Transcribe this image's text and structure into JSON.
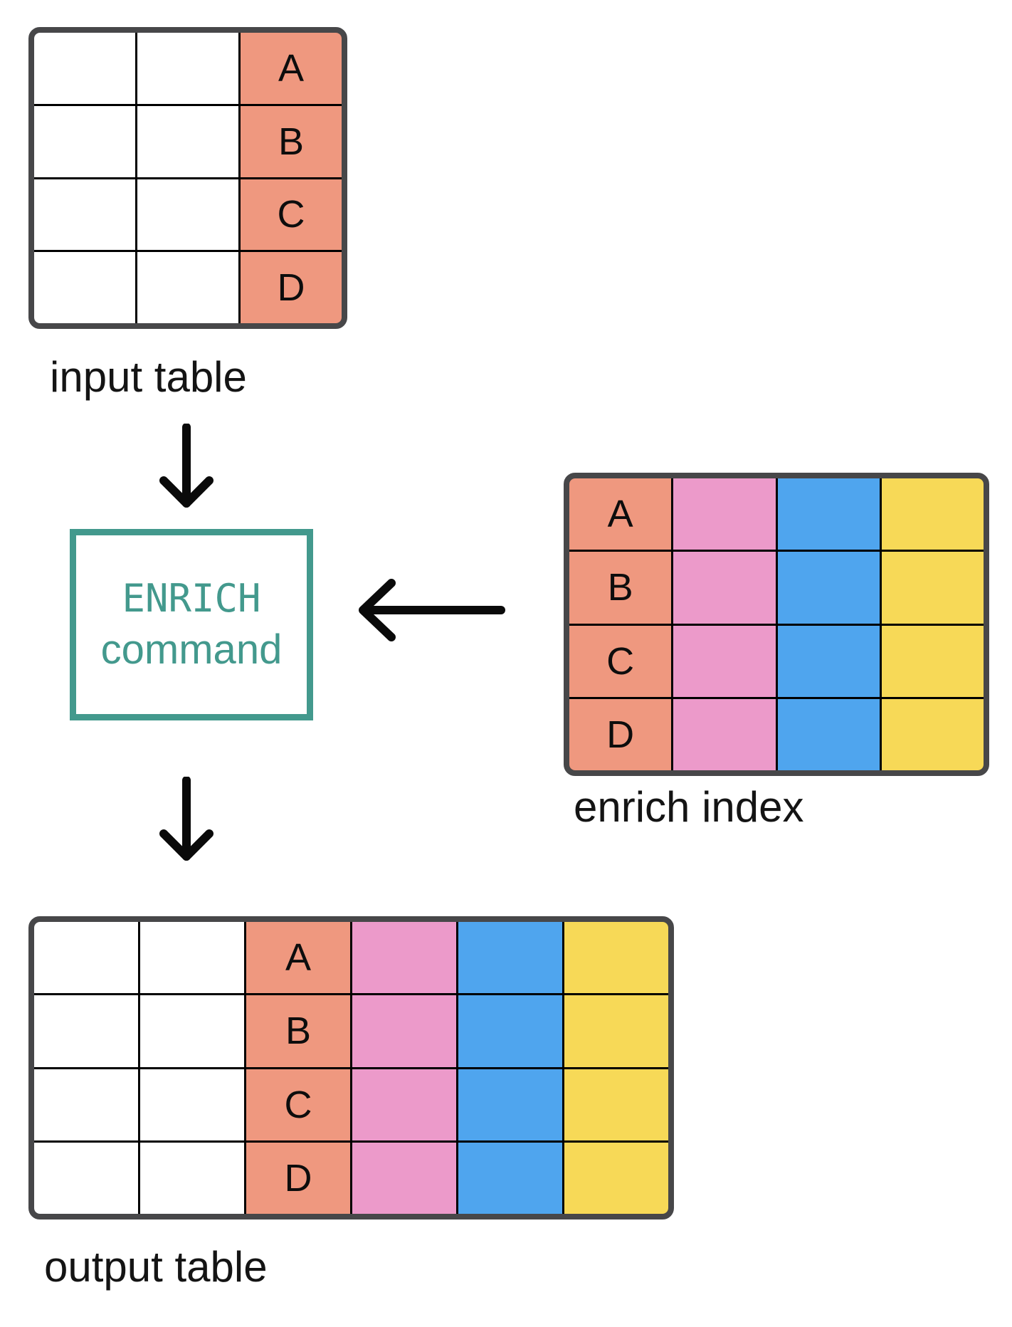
{
  "diagram": {
    "palette": {
      "blank": "#FFFFFF",
      "key": "#EF987F",
      "pink": "#EC9ACA",
      "blue": "#4FA5EE",
      "yellow": "#F7D957",
      "command_accent": "#43998D",
      "table_border": "#474749",
      "grid_line": "#000000",
      "text": "#141414",
      "arrow": "#0A0A0A"
    },
    "keys": [
      "A",
      "B",
      "C",
      "D"
    ],
    "command_box": {
      "line1": "ENRICH",
      "line2": "command"
    },
    "tables": {
      "input": {
        "label": "input table",
        "rows": 4,
        "column_roles": [
          "blank",
          "blank",
          "key"
        ]
      },
      "enrich": {
        "label": "enrich index",
        "rows": 4,
        "column_roles": [
          "key",
          "pink",
          "blue",
          "yellow"
        ]
      },
      "output": {
        "label": "output table",
        "rows": 4,
        "column_roles": [
          "blank",
          "blank",
          "key",
          "pink",
          "blue",
          "yellow"
        ]
      }
    },
    "arrows": [
      {
        "name": "input-table-to-enrich-command",
        "direction": "down"
      },
      {
        "name": "enrich-index-to-enrich-command",
        "direction": "left"
      },
      {
        "name": "enrich-command-to-output-table",
        "direction": "down"
      }
    ]
  }
}
